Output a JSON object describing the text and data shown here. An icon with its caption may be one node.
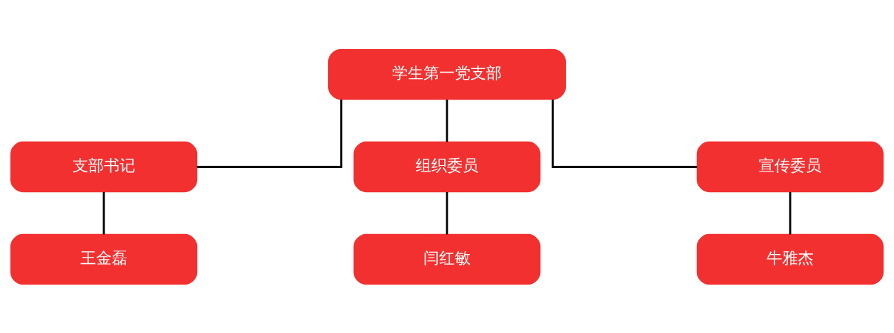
{
  "diagram": {
    "nodes": [
      {
        "text": [
          "学生第一党支部"
        ]
      },
      {
        "text": [
          "支部书记"
        ]
      },
      {
        "text": [
          "组织委员"
        ]
      },
      {
        "text": [
          "宣传委员"
        ]
      },
      {
        "text": [
          "王金磊"
        ]
      },
      {
        "text": [
          "闫红敏"
        ]
      },
      {
        "text": [
          "牛雅杰"
        ]
      }
    ],
    "edges": [
      {
        "from": 0,
        "to": 1,
        "arrow": "none"
      },
      {
        "from": 0,
        "to": 2,
        "arrow": "none"
      },
      {
        "from": 0,
        "to": 3,
        "arrow": "none"
      },
      {
        "from": 1,
        "to": 4,
        "arrow": "none"
      },
      {
        "from": 2,
        "to": 5,
        "arrow": "none"
      },
      {
        "from": 3,
        "to": 6,
        "arrow": "none"
      }
    ]
  }
}
